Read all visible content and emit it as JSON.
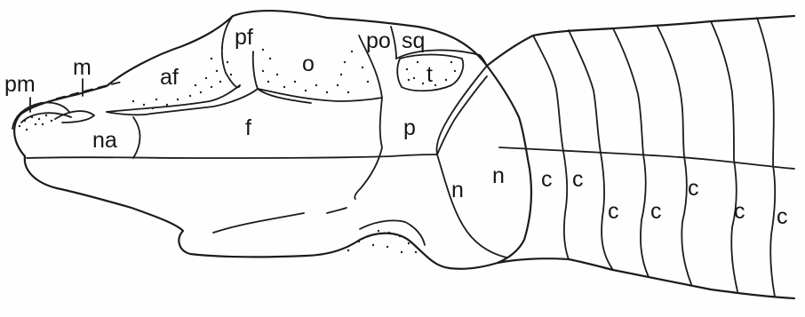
{
  "figure": {
    "labels": {
      "pm": "pm",
      "m": "m",
      "af": "af",
      "pf": "pf",
      "o": "o",
      "po": "po",
      "sq": "sq",
      "t": "t",
      "na": "na",
      "f": "f",
      "p": "p",
      "n1": "n",
      "n2": "n",
      "c1": "c",
      "c2": "c",
      "c3": "c",
      "c4": "c",
      "c5": "c",
      "c6": "c",
      "c7": "c"
    }
  }
}
